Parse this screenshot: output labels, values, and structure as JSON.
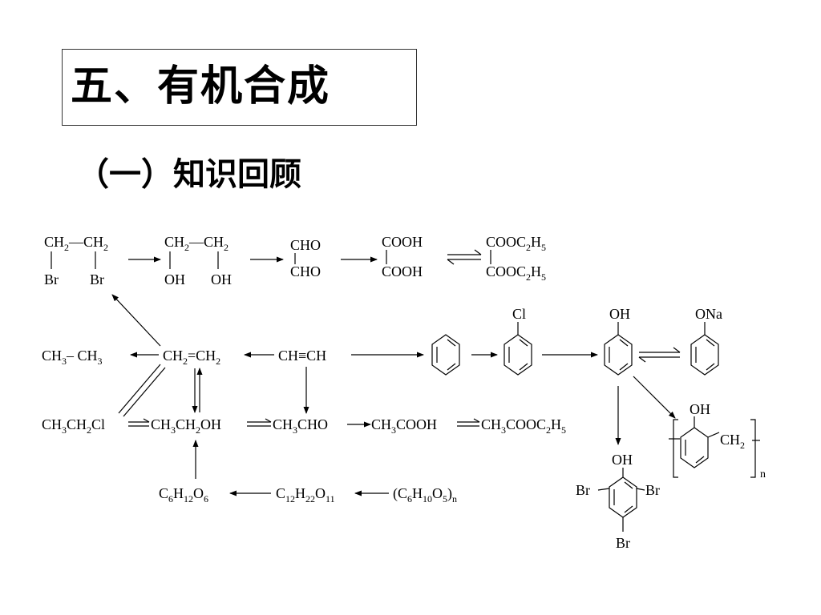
{
  "title": "五、有机合成",
  "subtitle": "（一）知识回顾",
  "scheme": {
    "dibromoethane": {
      "c1": "CH",
      "c1s": "2",
      "dash": "—",
      "c2": "CH",
      "c2s": "2",
      "br1": "Br",
      "br2": "Br"
    },
    "glycol": {
      "c1": "CH",
      "c1s": "2",
      "dash": "—",
      "c2": "CH",
      "c2s": "2",
      "oh1": "OH",
      "oh2": "OH"
    },
    "glyoxal": {
      "top": "CHO",
      "bottom": "CHO"
    },
    "oxalic_acid": {
      "top": "COOH",
      "bottom": "COOH"
    },
    "diethyl_oxalate": {
      "top_a": "COOC",
      "top_s1": "2",
      "top_b": "H",
      "top_s2": "5",
      "bot_a": "COOC",
      "bot_s1": "2",
      "bot_b": "H",
      "bot_s2": "5"
    },
    "ethane": {
      "a": "CH",
      "as": "3",
      "b": "– CH",
      "bs": "3"
    },
    "ethylene": {
      "a": "CH",
      "as": "2",
      "b": "=CH",
      "bs": "2"
    },
    "acetylene": "CH≡CH",
    "chlorobenzene_label": "Cl",
    "phenol_label": "OH",
    "sodium_phenoxide_label": "ONa",
    "chloroethane": {
      "a": "CH",
      "as1": "3",
      "b": "CH",
      "bs": "2",
      "c": "Cl"
    },
    "ethanol": {
      "a": "CH",
      "as1": "3",
      "b": "CH",
      "bs": "2",
      "c": "OH"
    },
    "acetaldehyde": {
      "a": "CH",
      "as": "3",
      "b": "CHO"
    },
    "acetic_acid": {
      "a": "CH",
      "as": "3",
      "b": "COOH"
    },
    "ethyl_acetate": {
      "a": "CH",
      "as": "3",
      "b": "COOC",
      "bs": "2",
      "c": "H",
      "cs": "5"
    },
    "tribromophenol": {
      "oh": "OH",
      "br_left": "Br",
      "br_right": "Br",
      "br_bottom": "Br"
    },
    "phenolic_resin": {
      "oh": "OH",
      "ch": "CH",
      "chs": "2",
      "n": "n"
    },
    "glucose": {
      "c": "C",
      "cs": "6",
      "h": "H",
      "hs": "12",
      "o": "O",
      "os": "6"
    },
    "sucrose": {
      "c": "C",
      "cs": "12",
      "h": "H",
      "hs": "22",
      "o": "O",
      "os": "11"
    },
    "starch": {
      "open": "(C",
      "cs": "6",
      "h": "H",
      "hs": "10",
      "o": "O",
      "os": "5",
      "close": ")",
      "n": "n"
    }
  }
}
